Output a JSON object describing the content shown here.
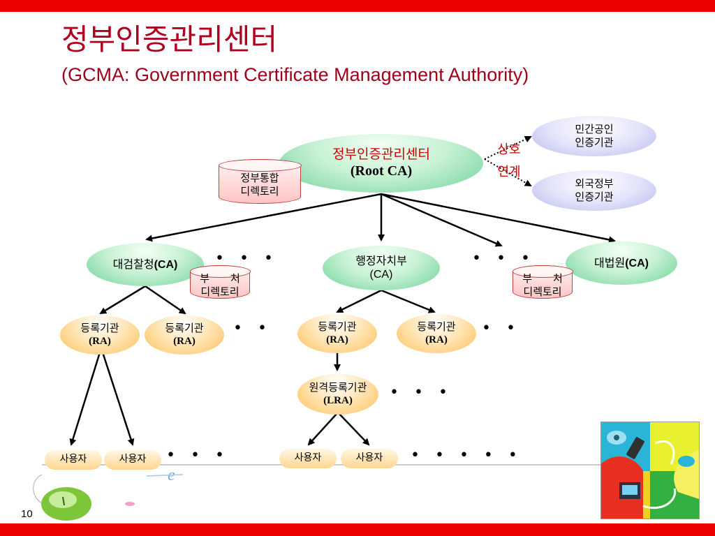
{
  "title": "정부인증관리센터",
  "subtitle": "(GCMA: Government Certificate Management Authority)",
  "page_number": "10",
  "root": {
    "line1": "정부인증관리센터",
    "line2": "(Root CA)"
  },
  "mutual": {
    "line1": "상호",
    "line2": "연계"
  },
  "private_ca": {
    "line1": "민간공인",
    "line2": "인증기관"
  },
  "foreign_ca": {
    "line1": "외국정부",
    "line2": "인증기관"
  },
  "gov_directory": {
    "line1": "정부통합",
    "line2": "디렉토리"
  },
  "prosecution": {
    "name": "대검찰청",
    "suffix": "(CA)"
  },
  "mogaha": {
    "line1": "행정자치부",
    "line2": "(CA)"
  },
  "court": {
    "name": "대법원",
    "suffix": "(CA)"
  },
  "dept_dir_left": {
    "line1": "부　　처",
    "line2": "디렉토리"
  },
  "dept_dir_right": {
    "line1": "부　　처",
    "line2": "디렉토리"
  },
  "ra_label": {
    "line1": "등록기관",
    "line2": "(RA)"
  },
  "lra": {
    "line1": "원격등록기관",
    "line2": "(LRA)"
  },
  "user_label": "사용자",
  "dots3": "•　•　•",
  "dots2": "•　•",
  "dots5": "•　•　•　•　•"
}
